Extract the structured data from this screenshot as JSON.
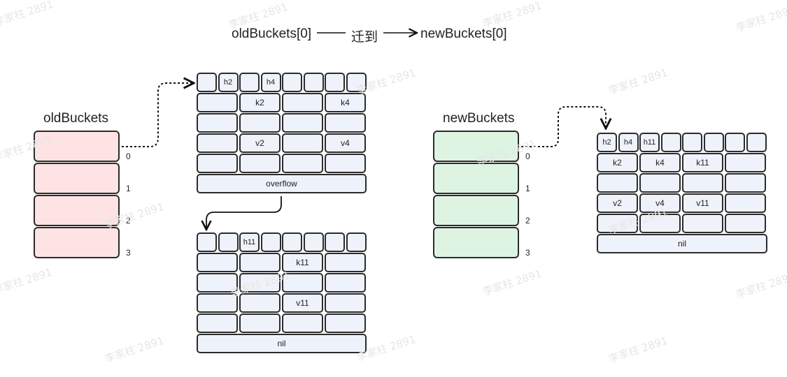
{
  "header": {
    "source": "oldBuckets[0]",
    "migrate_label": "迁到",
    "target": "newBuckets[0]"
  },
  "old_buckets": {
    "label": "oldBuckets",
    "indices": [
      "0",
      "1",
      "2",
      "3"
    ],
    "color": "#fde3e4"
  },
  "new_buckets": {
    "label": "newBuckets",
    "indices": [
      "0",
      "1",
      "2",
      "3"
    ],
    "color": "#def4e3"
  },
  "bmap_old_main": {
    "tophash": [
      "",
      "h2",
      "",
      "h4",
      "",
      "",
      "",
      ""
    ],
    "keys": [
      "",
      "k2",
      "",
      "k4"
    ],
    "key_row2": [
      "",
      "",
      "",
      ""
    ],
    "values": [
      "",
      "v2",
      "",
      "v4"
    ],
    "value_row2": [
      "",
      "",
      "",
      ""
    ],
    "footer": "overflow"
  },
  "bmap_old_overflow": {
    "tophash": [
      "",
      "",
      "h11",
      "",
      "",
      "",
      "",
      ""
    ],
    "keys": [
      "",
      "",
      "k11",
      ""
    ],
    "key_row2": [
      "",
      "",
      "",
      ""
    ],
    "values": [
      "",
      "",
      "v11",
      ""
    ],
    "value_row2": [
      "",
      "",
      "",
      ""
    ],
    "footer": "nil"
  },
  "bmap_new": {
    "tophash": [
      "h2",
      "h4",
      "h11",
      "",
      "",
      "",
      "",
      ""
    ],
    "keys": [
      "k2",
      "k4",
      "k11",
      ""
    ],
    "key_row2": [
      "",
      "",
      "",
      ""
    ],
    "values": [
      "v2",
      "v4",
      "v11",
      ""
    ],
    "value_row2": [
      "",
      "",
      "",
      ""
    ],
    "footer": "nil"
  },
  "watermark": "李家柱 2891"
}
